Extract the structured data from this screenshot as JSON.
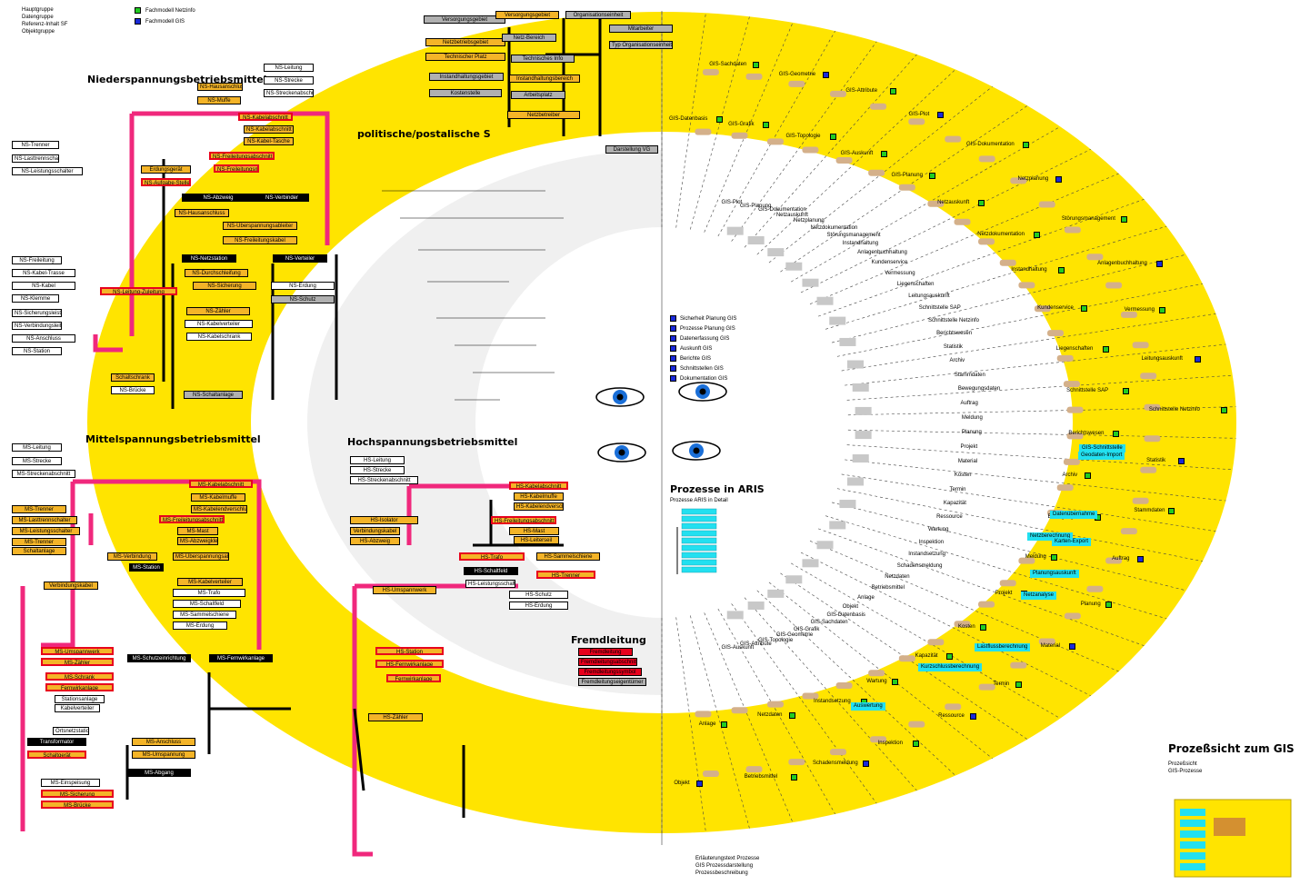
{
  "colors": {
    "ring": "#ffe400",
    "inner": "#f0f0f0",
    "tan": "#d4b08a",
    "magenta": "#f0287c",
    "cyan": "#22e0f0"
  },
  "legend": {
    "lines": [
      "Hauptgruppe",
      "Datengruppe",
      "Referenz-Inhalt SF",
      "Objektgruppe",
      ""
    ],
    "items": [
      "Fachmodell Netzinfo",
      "Fachmodell GIS"
    ]
  },
  "sections": {
    "niederspannung": "Niederspannungsbetriebsmittel",
    "mittelspannung": "Mittelspannungsbetriebsmittel",
    "hochspannung": "Hochspannungsbetriebsmittel",
    "politisch": "politische/postalische S",
    "prozesse": "Prozesse in ARIS",
    "fremdleitung": "Fremdleitung",
    "prozesssicht": "Prozeßsicht zum GIS"
  },
  "prozesse_sub": "Prozesse ARIS in Detail",
  "prozesssicht_sub": [
    "Prozeßsicht",
    "GIS-Prozesse"
  ],
  "ns_boxes": [
    "NS-Leitung",
    "NS-Strecke",
    "NS-Streckenabschnitt",
    "NS-Hausanschluss",
    "NS-Muffe",
    "NS-Kabelabschnitt",
    "NS-Kabelabschnitt",
    "NS-Kabel-Tasche",
    "NS-Freileitungsabschnitt",
    "Erdungsgerät",
    "NS-Freileitungsmast",
    "NS-Aufgabe-Stelle",
    "NS-Abzweig",
    "NS-Verbinder",
    "NS-Hausanschluss",
    "NS-Überspannungsableiter",
    "NS-Freileitungskabel",
    "NS-Leitung-Zuleitung",
    "NS-Verteiler",
    "NS-Netzstation",
    "NS-Durchschleifung",
    "NS-Sicherung",
    "NS-Erdung",
    "NS-Schutz",
    "NS-Zähler",
    "NS-Kabelverteiler",
    "NS-Kabelschrank",
    "Schaltschrank",
    "NS-Brücke",
    "NS-Schaltanlage",
    "NS-Trenner",
    "NS-Lasttrennschalter",
    "NS-Leistungsschalter",
    "NS-Freileitung",
    "NS-Kabel-Trasse",
    "NS-Kabel",
    "NS-Klemme",
    "NS-Sicherungsleiste",
    "NS-Verbindungsleitung",
    "NS-Anschluss",
    "NS-Station"
  ],
  "ms_boxes": [
    "MS-Leitung",
    "MS-Strecke",
    "MS-Streckenabschnitt",
    "MS-Trenner",
    "MS-Lasttrennschalter",
    "MS-Leistungsschalter",
    "MS-Trenner",
    "Schaltanlage",
    "Verbindungskabel",
    "MS-Kabelabschnitt",
    "MS-Kabelmuffe",
    "MS-Kabelendverschluss",
    "MS-Freileitungsabschnitt",
    "MS-Mast",
    "MS-Abzweigklemme",
    "MS-Überspannungsableiter",
    "MS-Verbindung",
    "MS-Station",
    "MS-Kabelverteiler",
    "MS-Trafo",
    "MS-Schaltfeld",
    "MS-Sammelschiene",
    "MS-Erdung",
    "MS-Schutzeinrichtung",
    "MS-Fernwirkanlage",
    "MS-Umspannwerk",
    "MS-Zähler",
    "MS-Schrank",
    "Fernwirkanlage",
    "Stationsanlage",
    "Kabelverteiler",
    "Ortsnetzstation",
    "Transformator",
    "Schaltgerät",
    "MS-Anschluss",
    "MS-Umspannung",
    "MS-Abgang",
    "MS-Einspeisung",
    "MS-Sicherung",
    "MS-Brücke"
  ],
  "hs_boxes": [
    "HS-Leitung",
    "HS-Strecke",
    "HS-Streckenabschnitt",
    "HS-Kabelabschnitt",
    "HS-Kabelmuffe",
    "HS-Kabelendverschluss",
    "HS-Freileitungsabschnitt",
    "HS-Mast",
    "HS-Leiterseil",
    "HS-Isolator",
    "Verbindungskabel",
    "HS-Abzweig",
    "HS-Trafo",
    "HS-Sammelschiene",
    "HS-Schaltfeld",
    "HS-Trenner",
    "HS-Leistungsschalter",
    "HS-Schutz",
    "HS-Erdung",
    "HS-Umspannwerk",
    "HS-Station",
    "HS-Fernwirkanlage",
    "Fernwirkanlage",
    "HS-Zähler"
  ],
  "top_boxes": [
    "Versorgungsgebiet",
    "Versorgungsgebiet",
    "Organisationseinheit",
    "Mitarbeiter",
    "Netzbetriebsgebiet",
    "Netz-Bereich",
    "Typ Organisationseinheit",
    "Technischer Platz",
    "Technisches Info",
    "Instandhaltungsgebiet",
    "Instandhaltungsbereich",
    "Arbeitsplatz",
    "Kostenstelle",
    "Netzbetreiber",
    "Darstellung VG"
  ],
  "fremd_boxes": [
    "Fremdleitung",
    "Fremdleitungsabschnitt",
    "Fremdleitungssymbol",
    "Fremdleitungseigentümer"
  ],
  "ring_labels": [
    "GIS-Datenbasis",
    "GIS-Sachdaten",
    "GIS-Grafik",
    "GIS-Geometrie",
    "GIS-Topologie",
    "GIS-Attribute",
    "GIS-Auskunft",
    "GIS-Plot",
    "GIS-Planung",
    "GIS-Dokumentation",
    "Netzauskunft",
    "Netzplanung",
    "Netzdokumentation",
    "Störungsmanagement",
    "Instandhaltung",
    "Anlagenbuchhaltung",
    "Kundenservice",
    "Vermessung",
    "Liegenschaften",
    "Leitungsauskunft",
    "Schnittstelle SAP",
    "Schnittstelle Netzinfo",
    "Berichtswesen",
    "Statistik",
    "Archiv",
    "Stammdaten",
    "Bewegungsdaten",
    "Auftrag",
    "Meldung",
    "Planung",
    "Projekt",
    "Material",
    "Kosten",
    "Termin",
    "Kapazität",
    "Ressource",
    "Wartung",
    "Inspektion",
    "Instandsetzung",
    "Schadensmeldung",
    "Netzdaten",
    "Betriebsmittel",
    "Anlage",
    "Objekt"
  ],
  "cyan_labels": [
    "GIS-Schnittstelle",
    "Datenübernahme",
    "Netzberechnung",
    "Planungsauskunft",
    "Netzanalyse",
    "Lastflussberechnung",
    "Kurzschlussberechnung",
    "Auswertung",
    "Geodaten-Import",
    "Karten-Export"
  ],
  "center_items": [
    "Sicherheit Planung GIS",
    "Prozesse Planung GIS",
    "Datenerfassung GIS",
    "Auskunft GIS",
    "Berichte GIS",
    "Schnittstellen GIS",
    "Dokumentation GIS"
  ],
  "bottom_text": [
    "Erläuterungstext Prozesse",
    "GIS Prozessdarstellung",
    "Prozessbeschreibung"
  ]
}
